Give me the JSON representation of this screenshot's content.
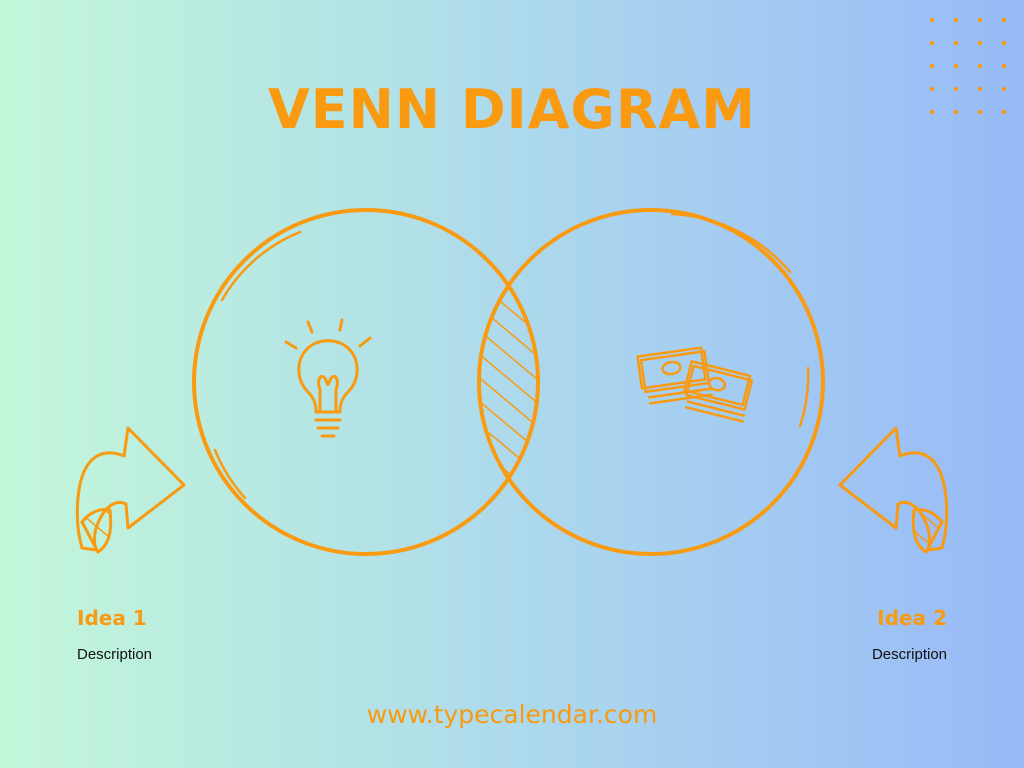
{
  "title": "VENN DIAGRAM",
  "left_set": {
    "label": "Idea 1",
    "description": "Description",
    "icon": "lightbulb-icon"
  },
  "right_set": {
    "label": "Idea 2",
    "description": "Description",
    "icon": "money-stack-icon"
  },
  "footer": "www.typecalendar.com",
  "colors": {
    "accent": "#f99a10",
    "text": "#111111",
    "background_start": "#c3f7d9",
    "background_end": "#98baf7"
  }
}
